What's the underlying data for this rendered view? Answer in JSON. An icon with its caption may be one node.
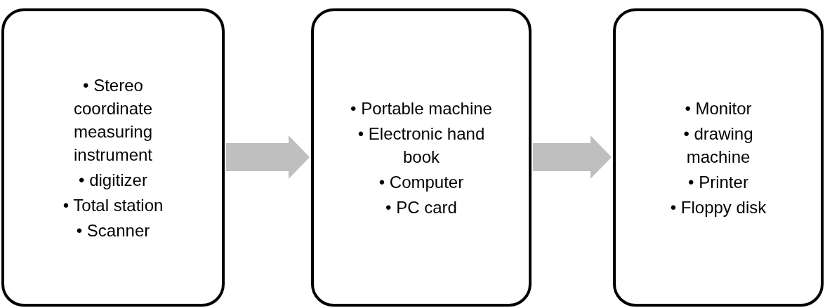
{
  "diagram": {
    "nodes": [
      {
        "text": [
          "• Stereo coordinate measuring instrument",
          "• digitizer",
          "• Total station",
          "• Scanner"
        ]
      },
      {
        "text": [
          "• Portable machine",
          "• Electronic hand book",
          "• Computer",
          "• PC card"
        ]
      },
      {
        "text": [
          "• Monitor",
          "• drawing machine",
          "• Printer",
          "• Floppy disk"
        ]
      }
    ],
    "edges": [
      {
        "from": 0,
        "to": 1,
        "arrow": "to",
        "style": "thick"
      },
      {
        "from": 1,
        "to": 2,
        "arrow": "to",
        "style": "thick"
      }
    ]
  }
}
